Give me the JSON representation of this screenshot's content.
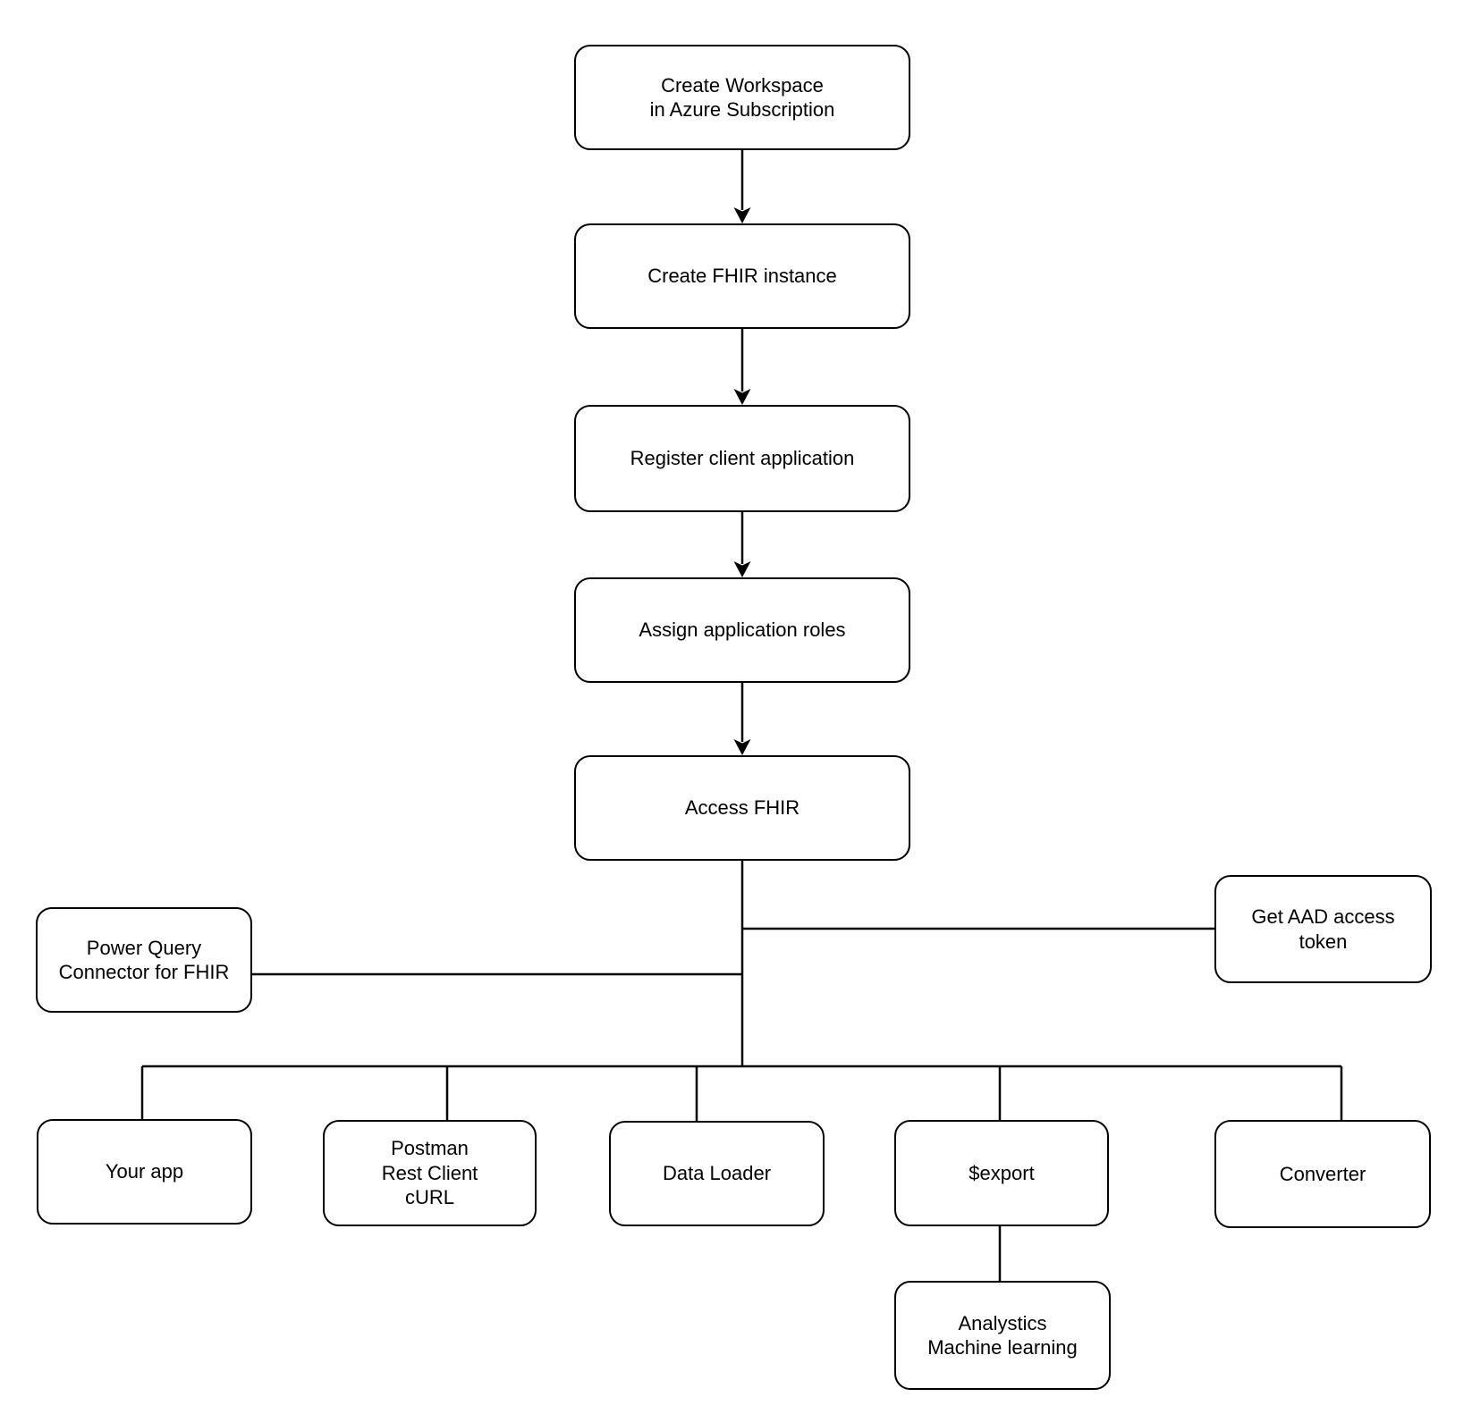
{
  "diagram": {
    "colors": {
      "stroke": "#000000",
      "node_fill": "#ffffff",
      "text": "#000000",
      "background": "#ffffff"
    },
    "nodes": {
      "create_workspace": {
        "label": "Create Workspace\nin Azure Subscription"
      },
      "create_fhir": {
        "label": "Create FHIR instance"
      },
      "register_client": {
        "label": "Register client application"
      },
      "assign_roles": {
        "label": "Assign application roles"
      },
      "access_fhir": {
        "label": "Access FHIR"
      },
      "power_query": {
        "label": "Power Query\nConnector for FHIR"
      },
      "aad_token": {
        "label": "Get AAD access\ntoken"
      },
      "your_app": {
        "label": "Your app"
      },
      "postman": {
        "label": "Postman\nRest Client\ncURL"
      },
      "data_loader": {
        "label": "Data Loader"
      },
      "export": {
        "label": "$export"
      },
      "converter": {
        "label": "Converter"
      },
      "analytics": {
        "label": "Analystics\nMachine learning"
      }
    },
    "edges": [
      {
        "from": "create_workspace",
        "to": "create_fhir",
        "arrow": true
      },
      {
        "from": "create_fhir",
        "to": "register_client",
        "arrow": true
      },
      {
        "from": "register_client",
        "to": "assign_roles",
        "arrow": true
      },
      {
        "from": "assign_roles",
        "to": "access_fhir",
        "arrow": true
      },
      {
        "from": "access_fhir",
        "to": "power_query",
        "arrow": false
      },
      {
        "from": "access_fhir",
        "to": "aad_token",
        "arrow": false
      },
      {
        "from": "access_fhir",
        "to": "your_app",
        "arrow": false
      },
      {
        "from": "access_fhir",
        "to": "postman",
        "arrow": false
      },
      {
        "from": "access_fhir",
        "to": "data_loader",
        "arrow": false
      },
      {
        "from": "access_fhir",
        "to": "export",
        "arrow": false
      },
      {
        "from": "access_fhir",
        "to": "converter",
        "arrow": false
      },
      {
        "from": "export",
        "to": "analytics",
        "arrow": false
      }
    ]
  }
}
